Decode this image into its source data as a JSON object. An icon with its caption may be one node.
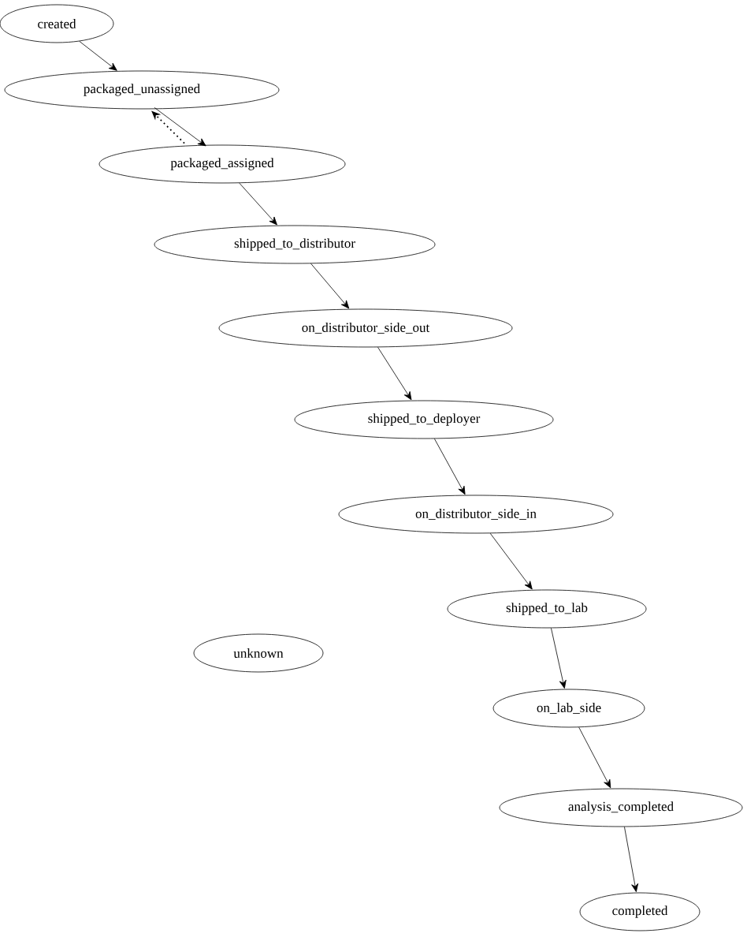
{
  "diagram": {
    "nodes": [
      {
        "text": [
          "created"
        ]
      },
      {
        "text": [
          "packaged_unassigned"
        ]
      },
      {
        "text": [
          "packaged_assigned"
        ]
      },
      {
        "text": [
          "shipped_to_distributor"
        ]
      },
      {
        "text": [
          "on_distributor_side_out"
        ]
      },
      {
        "text": [
          "shipped_to_deployer"
        ]
      },
      {
        "text": [
          "on_distributor_side_in"
        ]
      },
      {
        "text": [
          "shipped_to_lab"
        ]
      },
      {
        "text": [
          "unknown"
        ]
      },
      {
        "text": [
          "on_lab_side"
        ]
      },
      {
        "text": [
          "analysis_completed"
        ]
      },
      {
        "text": [
          "completed"
        ]
      }
    ],
    "edges": [
      {
        "from": 0,
        "to": 1,
        "arrow": "to"
      },
      {
        "from": 1,
        "to": 2,
        "arrow": "to"
      },
      {
        "from": 2,
        "to": 1,
        "arrow": "to",
        "style": "dashed"
      },
      {
        "from": 2,
        "to": 3,
        "arrow": "to"
      },
      {
        "from": 3,
        "to": 4,
        "arrow": "to"
      },
      {
        "from": 4,
        "to": 5,
        "arrow": "to"
      },
      {
        "from": 5,
        "to": 6,
        "arrow": "to"
      },
      {
        "from": 6,
        "to": 7,
        "arrow": "to"
      },
      {
        "from": 7,
        "to": 9,
        "arrow": "to"
      },
      {
        "from": 9,
        "to": 10,
        "arrow": "to"
      },
      {
        "from": 10,
        "to": 11,
        "arrow": "to"
      }
    ]
  }
}
